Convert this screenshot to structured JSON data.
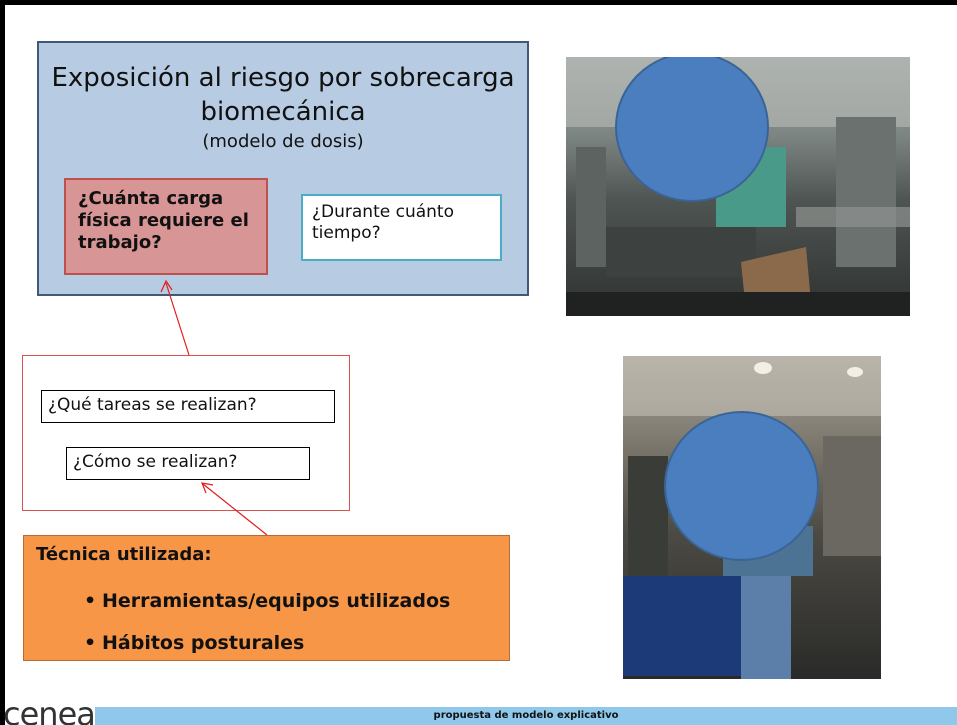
{
  "main": {
    "title_line1": "Exposición al riesgo por sobrecarga",
    "title_line2": "biomecánica",
    "subtitle": "(modelo de dosis)",
    "load_question": "¿Cuánta carga física requiere el trabajo?",
    "time_question": "¿Durante cuánto tiempo?"
  },
  "tasks": {
    "question_1": "¿Qué tareas se realizan?",
    "question_2": "¿Cómo se realizan?"
  },
  "technique": {
    "title": "Técnica utilizada:",
    "items": [
      "Herramientas/equipos utilizados",
      "Hábitos posturales"
    ]
  },
  "footer": {
    "logo": "cenea",
    "caption": "propuesta de modelo explicativo"
  },
  "colors": {
    "main_box": "#b7cbe2",
    "load_box": "#d89595",
    "technique_box": "#f79646",
    "arrow": "#e31c1c",
    "face_blur": "#4a7ebf",
    "footer_band": "#8fc8ea"
  }
}
